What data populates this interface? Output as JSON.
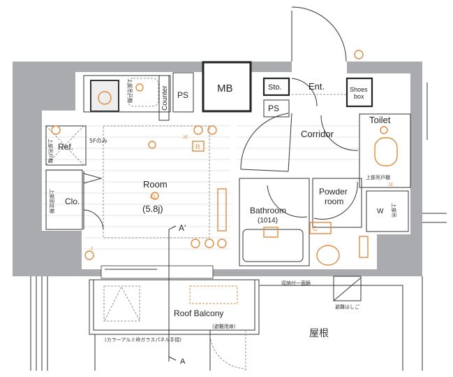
{
  "colors": {
    "wall": "#a9abae",
    "accent": "#e08a3a",
    "line": "#222222"
  },
  "rooms": {
    "mb": "MB",
    "ps_top": "PS",
    "ps_small": "PS",
    "storage": "Sto.",
    "entrance": "Ent.",
    "shoes_1": "Shoes",
    "shoes_2": "box",
    "counter": "Counter",
    "toilet": "Toilet",
    "corridor": "Corridor",
    "room": "Room",
    "room_cl": "CL",
    "room_size": "(5.8j)",
    "ref": "Ref.",
    "fifth_floor_only": "5Fのみ",
    "closet": "Clo.",
    "kitchen_upper_cabinet": "上部吊戸棚",
    "ref_upper_cabinet": "上部吊戸棚",
    "closet_shelf": "上部固定棚",
    "bathroom": "Bathroom",
    "bathroom_size": "(1014)",
    "powder_1": "Powder",
    "powder_2": "room",
    "washer": "W",
    "c_mark": "C",
    "r_mark": "R",
    "toilet_cabinet": "上部吊戸棚",
    "washer_cabinet": "上部吊",
    "mirror": "収納付一面鏡",
    "escape_ladder": "避難はしご",
    "roof": "屋根",
    "roof_balcony": "Roof Balcony",
    "escape_door": "(避難用扉)",
    "railing": "(カラーアルミ枠ガラスパネル手摺)",
    "section_top": "A'",
    "section_bottom": "A",
    "outlet_2e": "2E",
    "outlet_2e_b": "2E",
    "outlet_2": "2"
  }
}
